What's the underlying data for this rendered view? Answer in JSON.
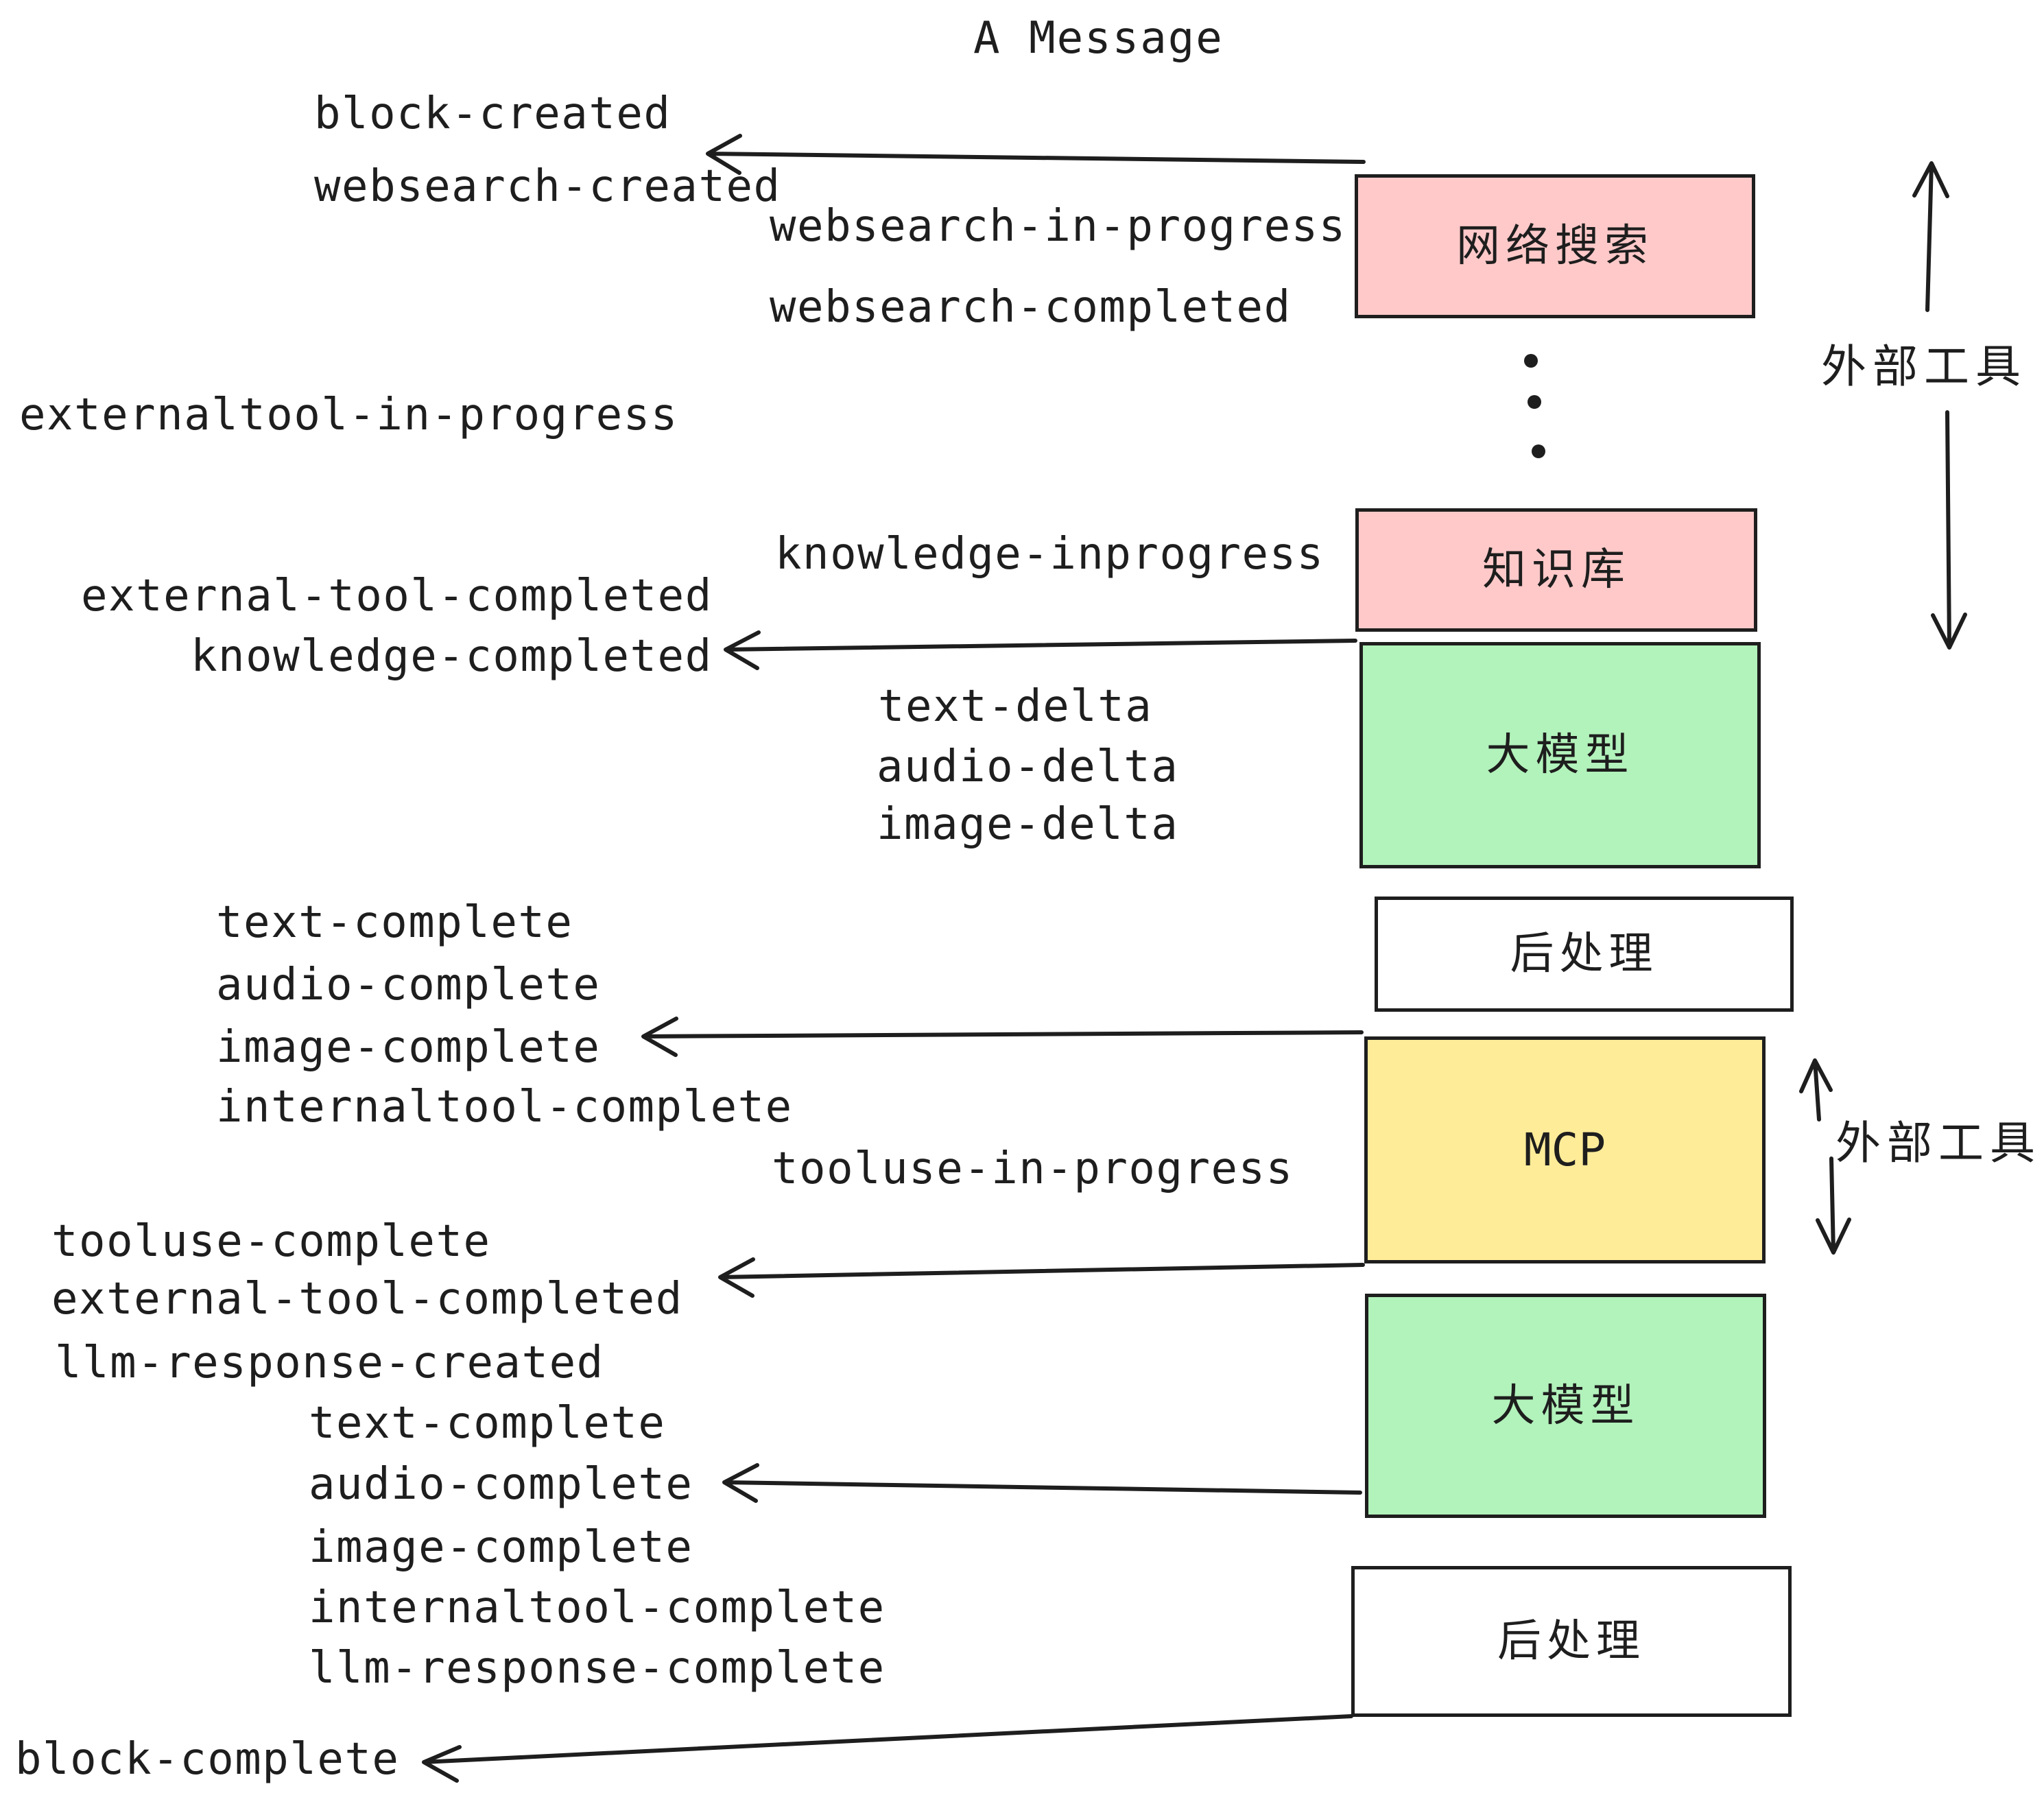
{
  "title": "A Message",
  "colors": {
    "external_tool_fill": "#ffc9c9",
    "llm_fill": "#b2f2bb",
    "mcp_fill": "#ffec99",
    "postprocess_fill": "#ffffff",
    "ink": "#1e1e1e"
  },
  "diagram": {
    "pipeline_boxes": [
      {
        "label": "网络搜索",
        "color": "#ffc9c9"
      },
      {
        "label": "知识库",
        "color": "#ffc9c9"
      },
      {
        "label": "大模型",
        "color": "#b2f2bb"
      },
      {
        "label": "后处理",
        "color": "#ffffff"
      },
      {
        "label": "MCP",
        "color": "#ffec99"
      },
      {
        "label": "大模型",
        "color": "#b2f2bb"
      },
      {
        "label": "后处理",
        "color": "#ffffff"
      }
    ],
    "side_labels": [
      "外部工具",
      "外部工具"
    ],
    "event_labels": [
      "block-created",
      "websearch-created",
      "websearch-in-progress",
      "websearch-completed",
      "externaltool-in-progress",
      "knowledge-inprogress",
      "external-tool-completed",
      "knowledge-completed",
      "text-delta",
      "audio-delta",
      "image-delta",
      "text-complete",
      "audio-complete",
      "image-complete",
      "internaltool-complete",
      "tooluse-in-progress",
      "tooluse-complete",
      "external-tool-completed",
      "llm-response-created",
      "text-complete",
      "audio-complete",
      "image-complete",
      "internaltool-complete",
      "llm-response-complete",
      "block-complete"
    ]
  }
}
